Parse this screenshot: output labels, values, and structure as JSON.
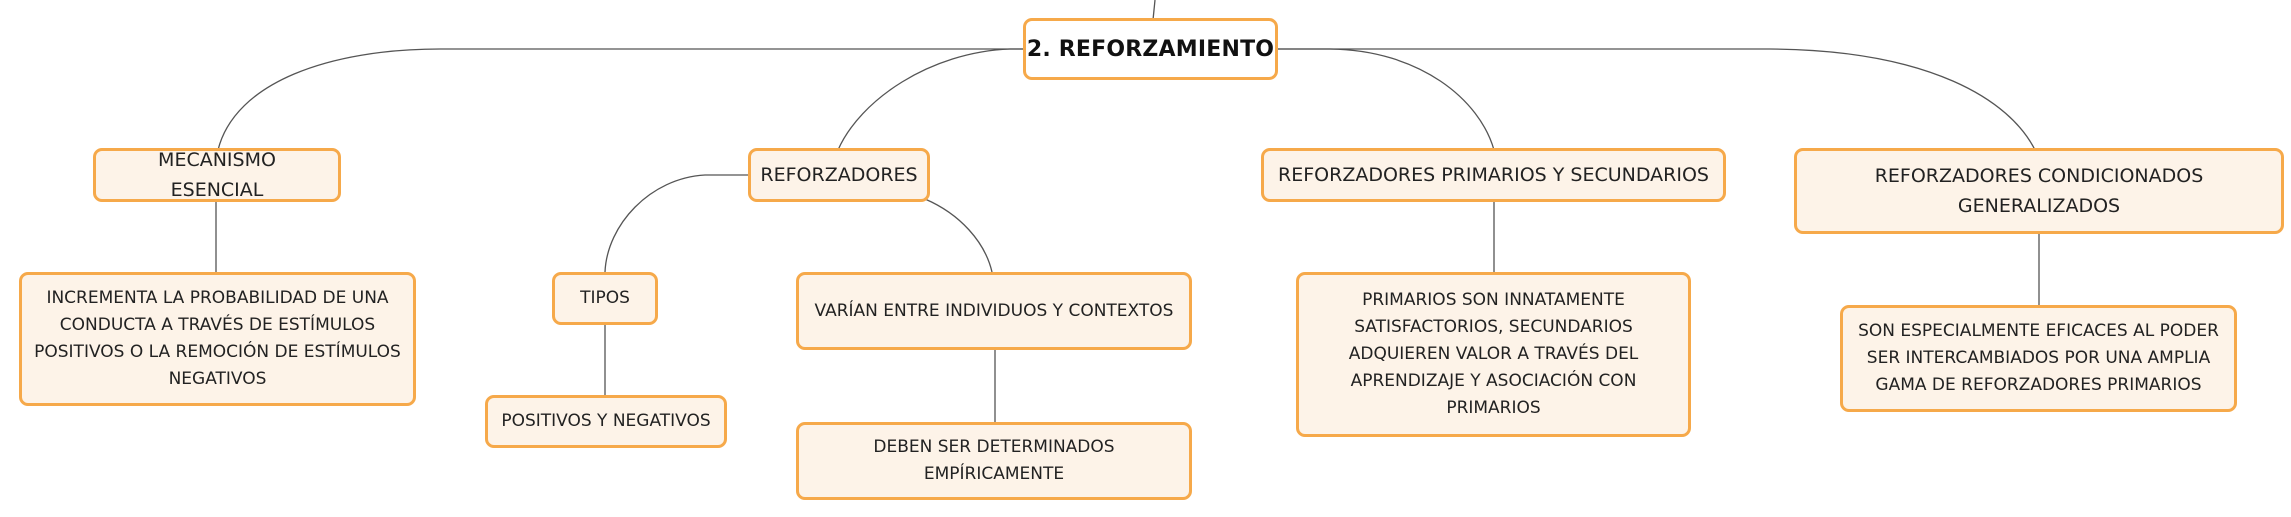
{
  "colors": {
    "node_border": "#f6a94a",
    "node_fill": "#fdf3e8",
    "root_fill": "#ffffff",
    "connector": "#555555"
  },
  "root": {
    "label": "2. REFORZAMIENTO"
  },
  "branches": [
    {
      "label": "MECANISMO ESENCIAL",
      "children": [
        {
          "label": "INCREMENTA LA PROBABILIDAD DE UNA CONDUCTA A TRAVÉS DE ESTÍMULOS POSITIVOS O LA REMOCIÓN DE ESTÍMULOS NEGATIVOS"
        }
      ]
    },
    {
      "label": "REFORZADORES",
      "children": [
        {
          "label": "TIPOS",
          "children": [
            {
              "label": "POSITIVOS Y NEGATIVOS"
            }
          ]
        },
        {
          "label": "VARÍAN ENTRE INDIVIDUOS Y CONTEXTOS",
          "children": [
            {
              "label": "DEBEN SER DETERMINADOS EMPÍRICAMENTE"
            }
          ]
        }
      ]
    },
    {
      "label": "REFORZADORES PRIMARIOS Y SECUNDARIOS",
      "children": [
        {
          "label": "PRIMARIOS SON INNATAMENTE SATISFACTORIOS, SECUNDARIOS ADQUIEREN VALOR A TRAVÉS DEL APRENDIZAJE Y ASOCIACIÓN CON PRIMARIOS"
        }
      ]
    },
    {
      "label": "REFORZADORES CONDICIONADOS GENERALIZADOS",
      "children": [
        {
          "label": "SON ESPECIALMENTE EFICACES AL PODER SER INTERCAMBIADOS POR UNA AMPLIA GAMA DE REFORZADORES PRIMARIOS"
        }
      ]
    }
  ]
}
